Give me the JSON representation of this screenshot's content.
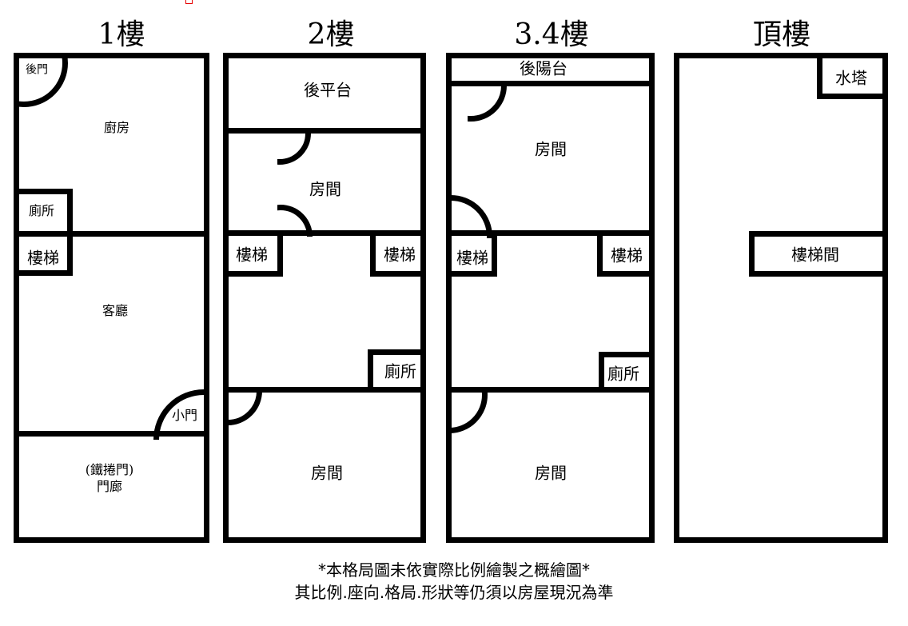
{
  "colors": {
    "wall": "#000000",
    "background": "#ffffff",
    "mark": "#e60000"
  },
  "floors": {
    "f1": {
      "title": "1樓",
      "back_door": "後門",
      "kitchen": "廚房",
      "toilet": "廁所",
      "stairs": "樓梯",
      "living_room": "客廳",
      "small_door": "小門",
      "porch_line1": "(鐵捲門)",
      "porch_line2": "門廊"
    },
    "f2": {
      "title": "2樓",
      "back_balcony": "後平台",
      "room_top": "房間",
      "stairs_left": "樓梯",
      "stairs_right": "樓梯",
      "toilet": "廁所",
      "room_bottom": "房間"
    },
    "f34": {
      "title": "3.4樓",
      "back_balcony": "後陽台",
      "room_top": "房間",
      "stairs_left": "樓梯",
      "stairs_right": "樓梯",
      "toilet": "廁所",
      "room_bottom": "房間"
    },
    "roof": {
      "title": "頂樓",
      "water_tower": "水塔",
      "stairwell": "樓梯間"
    }
  },
  "note": {
    "line1": "*本格局圖未依實際比例繪製之概繪圖*",
    "line2": "其比例.座向.格局.形狀等仍須以房屋現況為準"
  }
}
